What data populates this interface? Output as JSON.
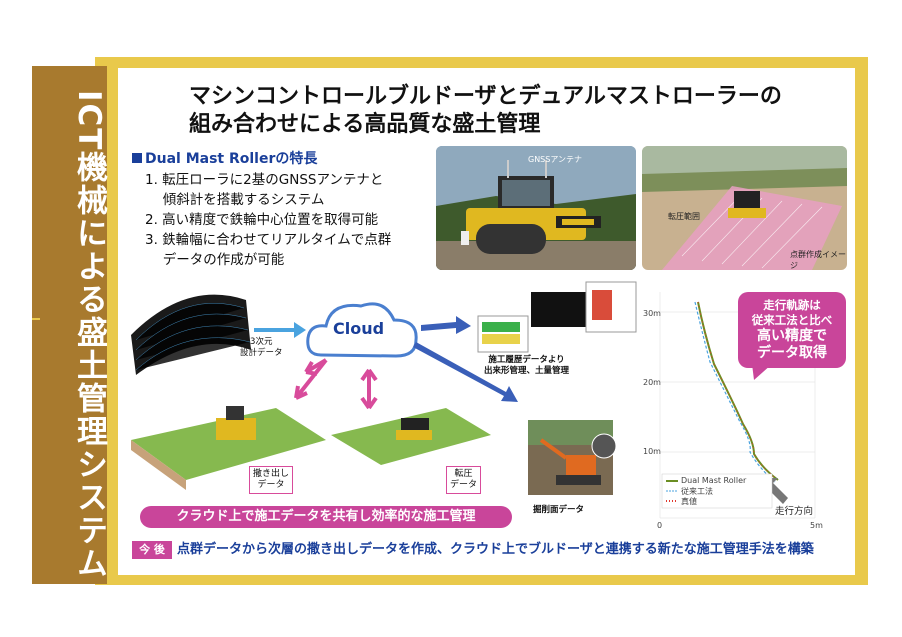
{
  "sidebar": {
    "title": "ICT機械による盛土管理システム"
  },
  "title": {
    "line1": "マシンコントロールブルドーザとデュアルマストローラーの",
    "line2": "組み合わせによる高品質な盛土管理"
  },
  "features": {
    "heading": "Dual Mast Rollerの特長",
    "items": [
      "1. 転圧ローラに2基のGNSSアンテナと",
      "　 傾斜計を搭載するシステム",
      "2. 高い精度で鉄輪中心位置を取得可能",
      "3. 鉄輪幅に合わせてリアルタイムで点群",
      "　 データの作成が可能"
    ]
  },
  "photos": {
    "roller_caption": "GNSSアンテナ",
    "field_caption1": "転圧範囲",
    "field_caption2": "点群作成イメージ"
  },
  "diagram": {
    "design_data": "3次元\n設計データ",
    "cloud": "Cloud",
    "history_label": "施工履歴データより\n出来形管理、土量管理",
    "spread_label": "撒き出し\nデータ",
    "compaction_label": "転圧\nデータ",
    "excavation_label": "掘削面データ",
    "banner": "クラウド上で施工データを共有し効率的な施工管理"
  },
  "chart": {
    "callout_line1": "走行軌跡は",
    "callout_line2": "従来工法と比べ",
    "callout_line3": "高い精度で",
    "callout_line4": "データ取得",
    "legend": [
      "Dual Mast Roller",
      "従来工法",
      "真値"
    ],
    "direction": "走行方向",
    "yticks": [
      "30m",
      "20m",
      "10m"
    ],
    "xticks": [
      "0",
      "5m"
    ],
    "colors": {
      "dmr": "#6b8e23",
      "conventional": "#4aa3df",
      "truth": "#e03a2f"
    }
  },
  "future": {
    "label": "今 後",
    "text": "点群データから次層の撒き出しデータを作成、クラウド上でブルドーザと連携する新たな施工管理手法を構築"
  }
}
